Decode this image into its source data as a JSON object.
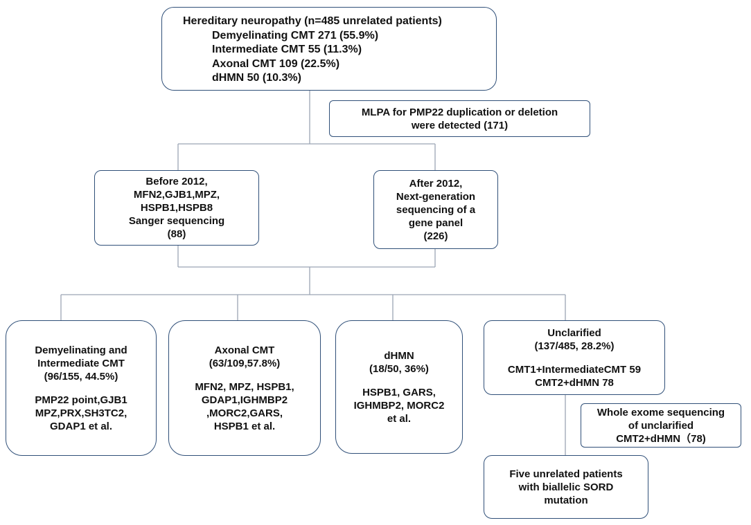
{
  "top_box": {
    "title": "Hereditary neuropathy (n=485 unrelated patients)",
    "lines": [
      "Demyelinating CMT 271 (55.9%)",
      "Intermediate CMT 55 (11.3%)",
      "Axonal CMT 109 (22.5%)",
      "dHMN 50 (10.3%)"
    ]
  },
  "mlpa_box": {
    "lines": [
      "MLPA for PMP22 duplication or deletion",
      "were detected (171)"
    ]
  },
  "before_box": {
    "lines": [
      "Before 2012,",
      "MFN2,GJB1,MPZ,",
      "HSPB1,HSPB8",
      "Sanger sequencing",
      "(88)"
    ]
  },
  "after_box": {
    "lines": [
      "After 2012,",
      "Next-generation",
      "sequencing of a",
      "gene panel",
      "(226)"
    ]
  },
  "demyelinating_box": {
    "header": [
      "Demyelinating and",
      "Intermediate CMT",
      "(96/155, 44.5%)"
    ],
    "genes": [
      "PMP22 point,GJB1",
      "MPZ,PRX,SH3TC2,",
      "GDAP1 et al."
    ]
  },
  "axonal_box": {
    "header": [
      "Axonal CMT",
      "(63/109,57.8%)"
    ],
    "genes": [
      "MFN2, MPZ, HSPB1,",
      "GDAP1,IGHMBP2",
      ",MORC2,GARS,",
      "HSPB1 et al."
    ]
  },
  "dhmn_box": {
    "header": [
      "dHMN",
      "(18/50, 36%)"
    ],
    "genes": [
      "HSPB1, GARS,",
      "IGHMBP2, MORC2",
      "et al."
    ]
  },
  "unclarified_box": {
    "header": [
      "Unclarified",
      "(137/485, 28.2%)"
    ],
    "details": [
      "CMT1+IntermediateCMT 59",
      "CMT2+dHMN 78"
    ]
  },
  "wes_box": {
    "lines": [
      "Whole exome sequencing",
      "of unclarified",
      "CMT2+dHMN（78)"
    ]
  },
  "sord_box": {
    "lines": [
      "Five unrelated patients",
      "with biallelic SORD",
      "mutation"
    ]
  },
  "colors": {
    "box_border": "#2f4f78",
    "connector": "#9aa4b4",
    "text": "#111111"
  }
}
